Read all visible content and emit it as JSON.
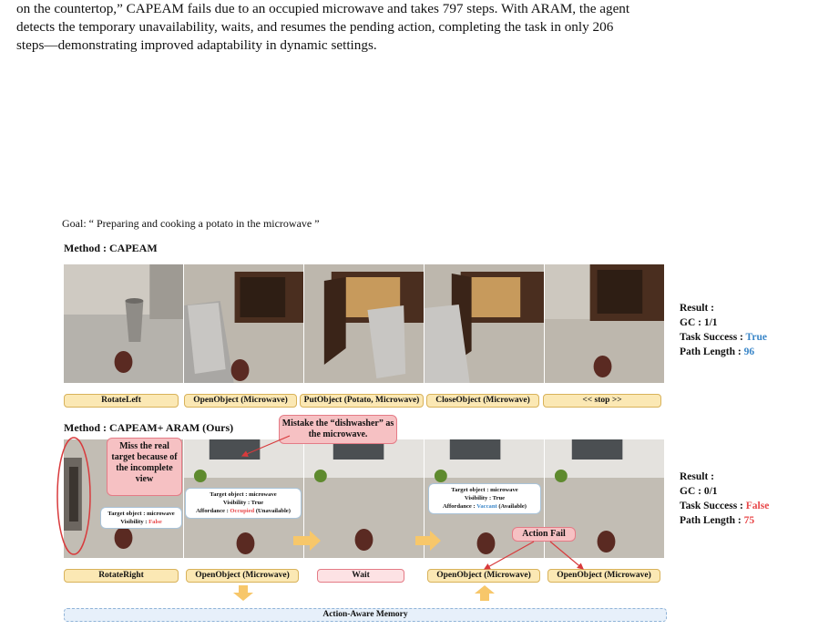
{
  "caption": {
    "line1": "on the countertop,” CAPEAM fails due to an occupied microwave and takes 797 steps. With ARAM, the agent",
    "line2": "detects the temporary unavailability, waits, and resumes the pending action, completing the task in only 206",
    "line3": "steps—demonstrating improved adaptability in dynamic settings."
  },
  "figure": {
    "goal": "Goal: “ Preparing and cooking a potato in the microwave ”",
    "method1": {
      "label": "Method : CAPEAM",
      "actions": [
        "RotateLeft",
        "OpenObject (Microwave)",
        "PutObject (Potato, Microwave)",
        "CloseObject (Microwave)",
        "<< stop >>"
      ],
      "result": {
        "title": "Result :",
        "gc": "GC : 1/1",
        "success_label": "Task Success : ",
        "success_value": "True",
        "path_label": "Path Length : ",
        "path_value": "96"
      }
    },
    "method2": {
      "label": "Method : CAPEAM+ ARAM (Ours)",
      "actions": [
        "RotateRight",
        "OpenObject (Microwave)",
        "Wait",
        "OpenObject (Microwave)",
        "OpenObject (Microwave)"
      ],
      "result": {
        "title": "Result :",
        "gc": "GC : 0/1",
        "success_label": "Task Success : ",
        "success_value": "False",
        "path_label": "Path Length : ",
        "path_value": "75"
      },
      "notes": {
        "miss": "Miss the real target because of the incomplete view",
        "mistake": "Mistake the “dishwasher” as the microwave.",
        "action_fail": "Action Fail"
      },
      "info1": {
        "target": "Target object : microwave",
        "visibility_label": "Visibility : ",
        "visibility_value": "False"
      },
      "info2": {
        "target": "Target object : microwave",
        "visibility": "Visibility : True",
        "affordance_label": "Affordance : ",
        "affordance_value": "Occupied",
        "affordance_suffix": " (Unavailable)"
      },
      "info3": {
        "target": "Target object : microwave",
        "visibility": "Visibility : True",
        "affordance_label": "Affordance : ",
        "affordance_value": "Vaccant",
        "affordance_suffix": " (Available)"
      }
    },
    "memory": "Action-Aware Memory",
    "colors": {
      "action_fill": "#fbe8b4",
      "wait_fill": "#fde2e4",
      "note_fill": "#f6c1c3",
      "memory_fill": "#e7f0fa",
      "arrow": "#f7c76a",
      "true_color": "#3a86c8",
      "false_color": "#e8484a"
    }
  }
}
